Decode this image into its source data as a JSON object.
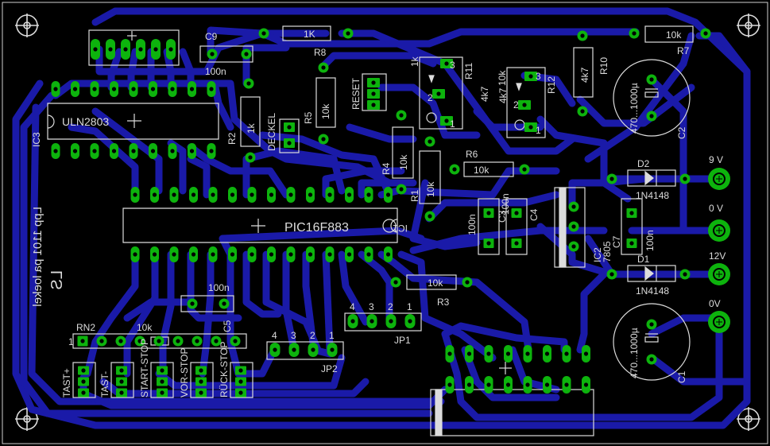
{
  "colors": {
    "background": "#000000",
    "trace": "#1a1aa8",
    "pad": "#0db30d",
    "silk": "#dcdcdc",
    "drill": "#000000"
  },
  "labels": {
    "ic3_name": "IC3",
    "ic3_value": "ULN2803",
    "ic1_value": "PIC16F883",
    "ic1_name": "IC1",
    "c9_name": "C9",
    "c9_value": "100n",
    "r8_value": "1K",
    "r8_name": "R8",
    "r2_name": "R2",
    "r2_value": "1k",
    "deckel_line1": "DECKEL",
    "r5_name": "R5",
    "r5_value": "10k",
    "reset": "RESET",
    "r4_name": "R4",
    "r4_value": "10k",
    "r1_name": "R1",
    "r1_value": "10k",
    "r11_name": "R11",
    "r11_value": "4k7",
    "r11_extra": "1k",
    "r12_name": "R12",
    "r12_value": "4k7",
    "r12_extra": "10k",
    "r10_name": "R10",
    "r10_value": "4k7",
    "r7_name": "R7",
    "r7_value": "10k",
    "r6_name": "R6",
    "r6_value": "10k",
    "c2_name": "C2",
    "c2_value": "470...1000µ",
    "c1_name": "C1",
    "c1_value": "470...1000µ",
    "d2_name": "D2",
    "d2_value": "1N4148",
    "d1_name": "D1",
    "d1_value": "1N4148",
    "v9": "9 V",
    "v0a": "0 V",
    "v12": "12V",
    "v0b": "0V",
    "c3_name": "C3",
    "c3_value": "100n",
    "c4_name": "C4",
    "c4_value": "100n",
    "c7_name": "C7",
    "c7_value": "100n",
    "ic2_name": "IC2",
    "ic2_value": "7805",
    "r3_name": "R3",
    "r3_value": "10k",
    "c5_name": "C5",
    "c5_value": "100n",
    "rn2": "RN2",
    "rn2_pin1": "1",
    "rn2_value": "10k",
    "jp1": "JP1",
    "jp2": "JP2",
    "jp_nums": [
      "4",
      "3",
      "2",
      "1"
    ],
    "tast_plus": "TAST+",
    "tast_minus": "TAST-",
    "start_stop": "START-STOP",
    "vor_stop": "VOR-STOP",
    "ruck_stop": "RÜCK-STOP",
    "credit_mirrored": "Lpp 1101 pa loekel",
    "tr_tag": "LS",
    "pin3": "3",
    "pin2": "2",
    "pin1": "1"
  }
}
